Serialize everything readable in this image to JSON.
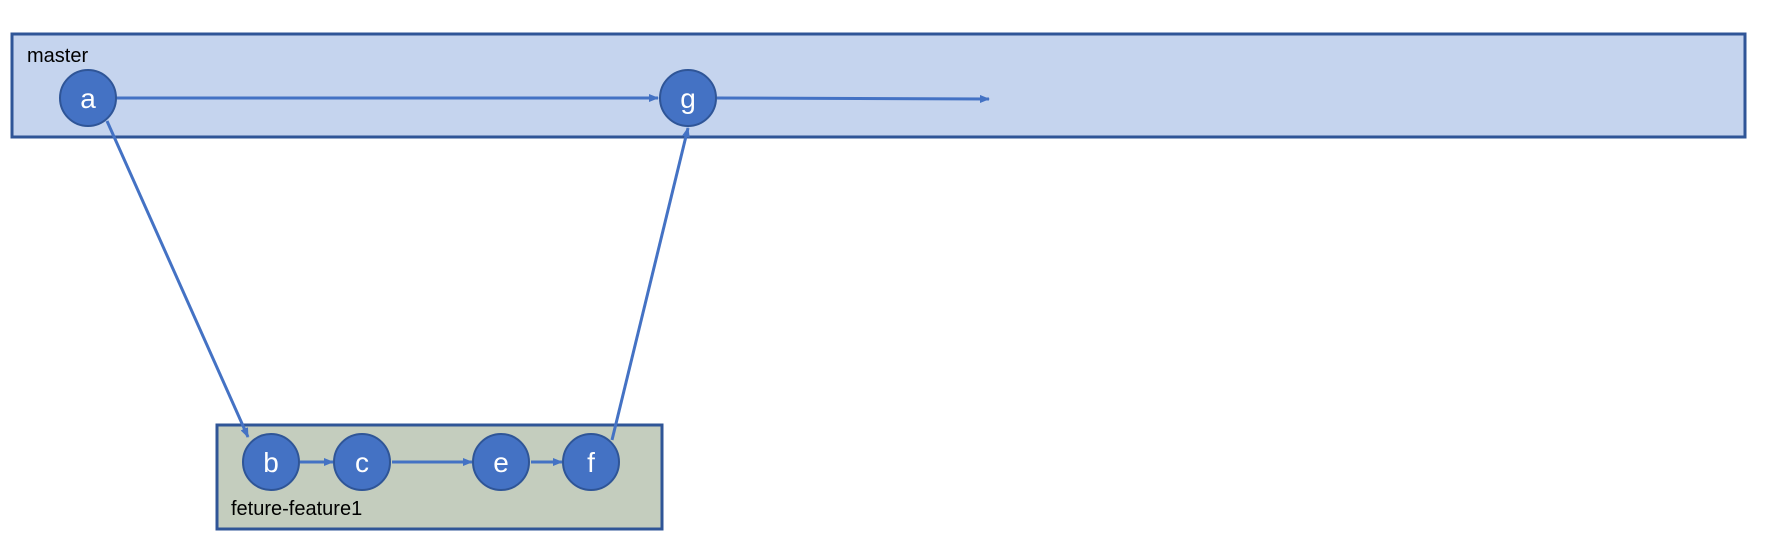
{
  "colors": {
    "master_fill": "#c5d4ee",
    "feature_fill": "#c4cdbe",
    "box_stroke": "#2f5597",
    "commit_fill": "#4472c4",
    "commit_stroke": "#2f5597",
    "arrow": "#4472c4",
    "background": "#ffffff"
  },
  "branches": {
    "master": {
      "label": "master"
    },
    "feature": {
      "label": "feture-feature1"
    }
  },
  "commits": {
    "a": {
      "label": "a",
      "branch": "master"
    },
    "g": {
      "label": "g",
      "branch": "master"
    },
    "b": {
      "label": "b",
      "branch": "feture-feature1"
    },
    "c": {
      "label": "c",
      "branch": "feture-feature1"
    },
    "e": {
      "label": "e",
      "branch": "feture-feature1"
    },
    "f": {
      "label": "f",
      "branch": "feture-feature1"
    }
  },
  "edges": [
    {
      "from": "a",
      "to": "g"
    },
    {
      "from": "g",
      "to": "continuation"
    },
    {
      "from": "a",
      "to": "b"
    },
    {
      "from": "b",
      "to": "c"
    },
    {
      "from": "c",
      "to": "e"
    },
    {
      "from": "e",
      "to": "f"
    },
    {
      "from": "f",
      "to": "g"
    }
  ]
}
